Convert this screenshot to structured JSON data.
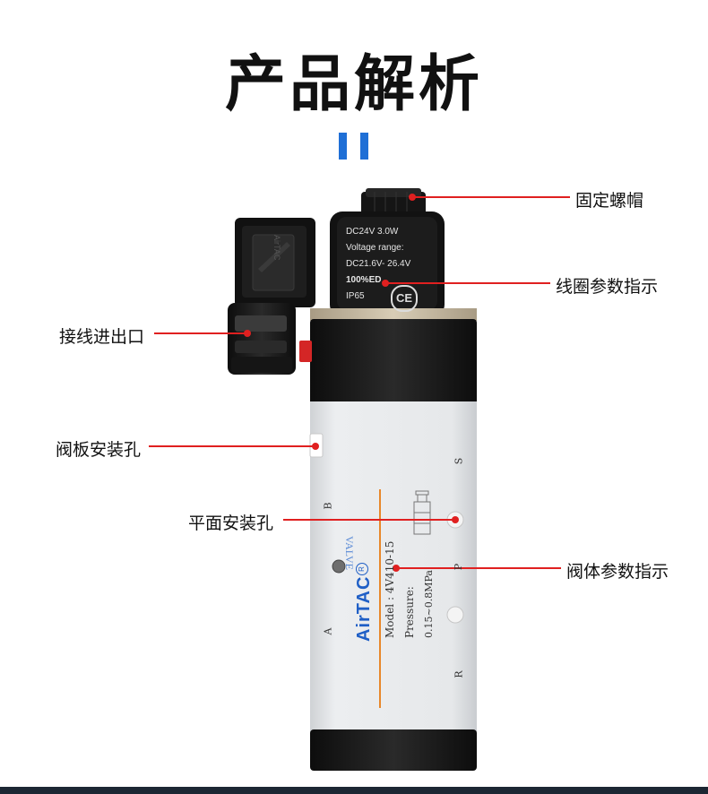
{
  "page": {
    "title": "产品解析"
  },
  "callouts": {
    "fixed_nut": "固定螺帽",
    "coil_params": "线圈参数指示",
    "wiring_port": "接线进出口",
    "plate_mount_hole": "阀板安装孔",
    "flat_mount_hole": "平面安装孔",
    "body_params": "阀体参数指示"
  },
  "coil": {
    "line1": "DC24V 3.0W",
    "line2": "Voltage range:",
    "line3": "DC21.6V- 26.4V",
    "line4": "100%ED",
    "line5": "IP65",
    "ce_mark": "CE"
  },
  "valve": {
    "brand": "AirTAC",
    "registered": "R",
    "valve_word": "VALVE",
    "model": "Model : 4V410-15",
    "pressure_label": "Pressure:",
    "pressure_value": "0.15~0.8MPa",
    "port_a": "A",
    "port_b": "B",
    "port_p": "P",
    "port_r": "R",
    "port_s": "S"
  },
  "connector": {
    "brand_mark": "AirTAC"
  },
  "colors": {
    "accent_blue": "#1f6fd6",
    "callout_red": "#e02020",
    "body_gray": "#e2e4e6",
    "black_cap": "#1a1a1a",
    "orange_line": "#e8872a",
    "brand_blue": "#1f5fc6"
  }
}
